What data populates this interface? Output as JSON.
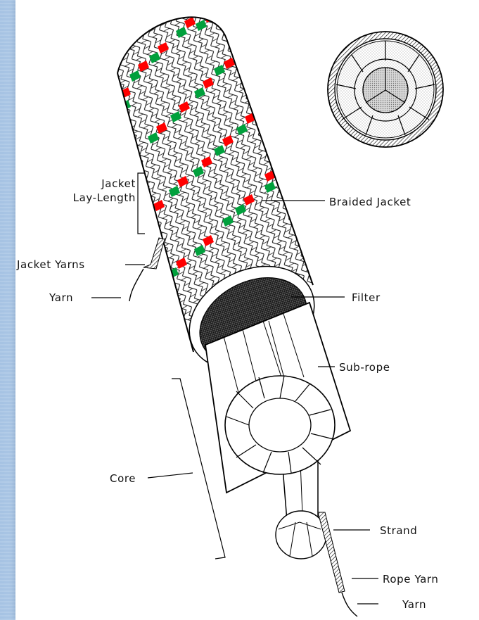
{
  "diagram": {
    "labels": {
      "jacket_lay_length_line1": "Jacket",
      "jacket_lay_length_line2": "Lay-Length",
      "jacket_yarns": "Jacket Yarns",
      "yarn_left": "Yarn",
      "braided_jacket": "Braided Jacket",
      "filter": "Filter",
      "sub_rope": "Sub-rope",
      "core": "Core",
      "strand": "Strand",
      "rope_yarn": "Rope Yarn",
      "yarn_right": "Yarn"
    },
    "colors": {
      "tracer_red": "#ff0000",
      "tracer_green": "#00a03c",
      "line": "#000000",
      "stipple": "#9a9a9a"
    }
  }
}
